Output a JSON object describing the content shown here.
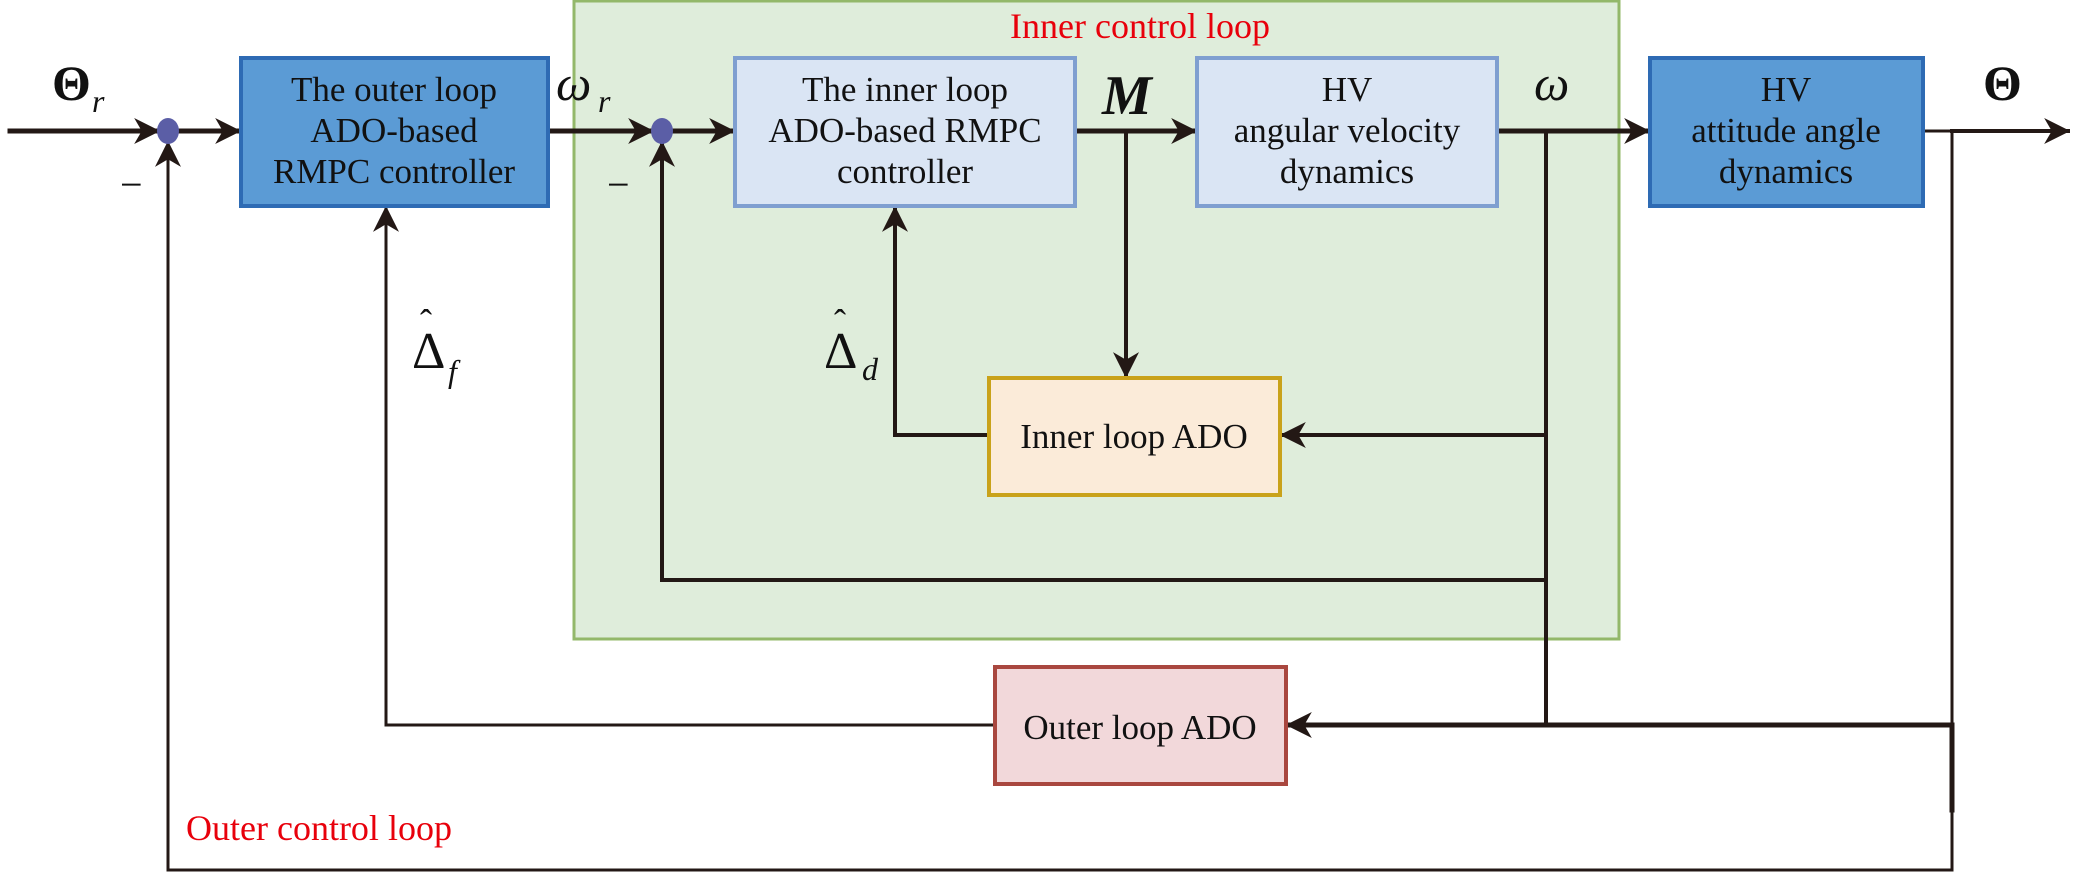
{
  "diagram": {
    "title": "Hypersonic vehicle attitude control architecture with ADO-based RMPC",
    "regions": {
      "inner_loop_label": "Inner control loop",
      "outer_loop_label": "Outer control loop"
    },
    "blocks": {
      "outer_controller": [
        "The outer loop",
        "ADO-based",
        "RMPC controller"
      ],
      "inner_controller": [
        "The inner loop",
        "ADO-based RMPC",
        "controller"
      ],
      "angular_velocity": [
        "HV",
        "angular velocity",
        "dynamics"
      ],
      "attitude_angle": [
        "HV",
        "attitude angle",
        "dynamics"
      ],
      "inner_ado": "Inner loop ADO",
      "outer_ado": "Outer loop ADO"
    },
    "signals": {
      "theta_ref": {
        "base": "Θ",
        "sub": "r"
      },
      "omega_ref": {
        "base": "ω",
        "sub": "r"
      },
      "moment": "M",
      "omega": "ω",
      "theta": "Θ",
      "delta_f": {
        "base": "Δ",
        "hat": "ˆ",
        "sub": "f"
      },
      "delta_d": {
        "base": "Δ",
        "hat": "ˆ",
        "sub": "d"
      }
    },
    "summing_junctions": {
      "sum1_sign": "−",
      "sum2_sign": "−"
    },
    "colors": {
      "outer_block_fill": "#5b9bd5",
      "outer_block_border": "#2e6bb4",
      "inner_block_fill": "#dae5f4",
      "inner_block_border": "#7f9fd0",
      "inner_loop_region_fill": "#dfeddb",
      "inner_loop_region_border": "#93b86a",
      "inner_ado_fill": "#fbebd9",
      "inner_ado_border": "#c9a21a",
      "outer_ado_fill": "#f2d8da",
      "outer_ado_border": "#a9473f",
      "junction": "#5b5ea6",
      "loop_label": "#e8000b"
    }
  }
}
